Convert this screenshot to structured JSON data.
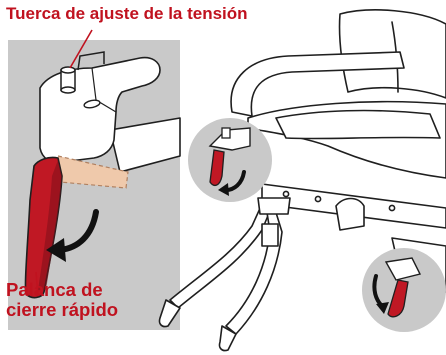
{
  "labels": {
    "tension_nut": "Tuerca de ajuste de la tensión",
    "quick_release": {
      "line1": "Palanca de",
      "line2": "cierre rápido"
    }
  },
  "colors": {
    "label_text": "#c0121f",
    "lever_red": "#c01824",
    "lever_shadow": "#7d1119",
    "panel_gray": "#c9c9c9",
    "outline": "#1f1f1f",
    "lever_ghost": "#efc9ab",
    "frame_fill": "#ffffff"
  },
  "icons": {
    "motion_arrow": "curved-arrow-icon",
    "callout": "leader-line"
  }
}
